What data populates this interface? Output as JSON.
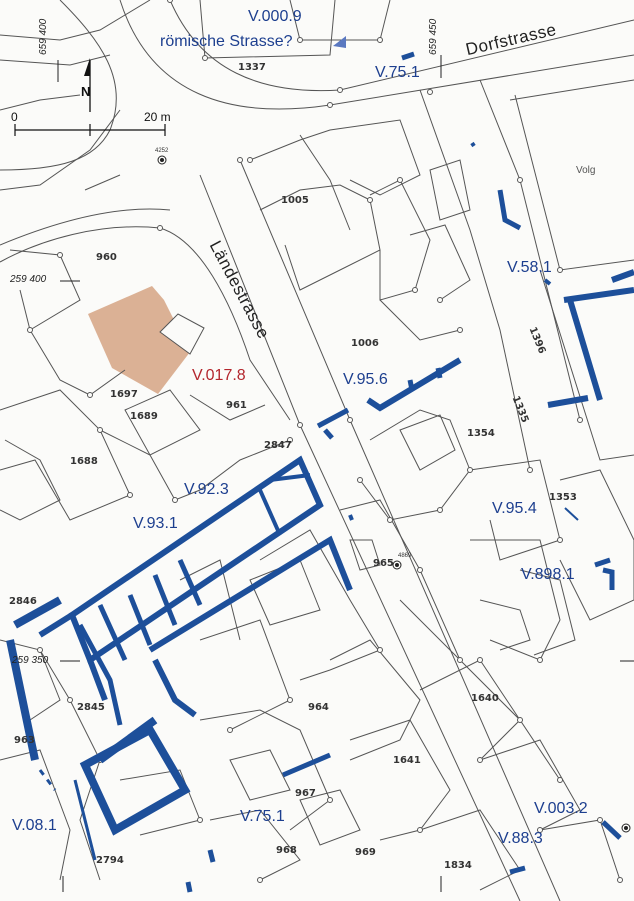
{
  "map": {
    "colors": {
      "background": "#fbfbf9",
      "cadastre_lines": "#555555",
      "findings_blue": "#1d4f9a",
      "site_label_blue": "#1d3f8f",
      "highlight_parcel": "#d7a98a",
      "red_label": "#b3262d"
    },
    "streets": [
      {
        "id": "dorfstrasse",
        "name": "Dorfstrasse"
      },
      {
        "id": "laendestrasse",
        "name": "Ländestrasse"
      }
    ],
    "site_labels": [
      {
        "id": "v0009",
        "text": "V.000.9"
      },
      {
        "id": "roman-road",
        "text": "römische Strasse?"
      },
      {
        "id": "v751-top",
        "text": "V.75.1"
      },
      {
        "id": "v581",
        "text": "V.58.1"
      },
      {
        "id": "v0178",
        "text": "V.017.8"
      },
      {
        "id": "v956",
        "text": "V.95.6"
      },
      {
        "id": "v923",
        "text": "V.92.3"
      },
      {
        "id": "v931",
        "text": "V.93.1"
      },
      {
        "id": "v954",
        "text": "V.95.4"
      },
      {
        "id": "v8981",
        "text": "V.898.1"
      },
      {
        "id": "v081",
        "text": "V.08.1"
      },
      {
        "id": "v751-bottom",
        "text": "V.75.1"
      },
      {
        "id": "v0032",
        "text": "V.003.2"
      },
      {
        "id": "v883",
        "text": "V.88.3"
      }
    ],
    "parcels": [
      {
        "id": "p1337",
        "text": "1337"
      },
      {
        "id": "p1005",
        "text": "1005"
      },
      {
        "id": "p960",
        "text": "960"
      },
      {
        "id": "p1006",
        "text": "1006"
      },
      {
        "id": "p1396",
        "text": "1396"
      },
      {
        "id": "p1335",
        "text": "1335"
      },
      {
        "id": "p1697",
        "text": "1697"
      },
      {
        "id": "p1689",
        "text": "1689"
      },
      {
        "id": "p961",
        "text": "961"
      },
      {
        "id": "p1688",
        "text": "1688"
      },
      {
        "id": "p2847",
        "text": "2847"
      },
      {
        "id": "p1354",
        "text": "1354"
      },
      {
        "id": "p1353",
        "text": "1353"
      },
      {
        "id": "p965",
        "text": "965"
      },
      {
        "id": "p2846",
        "text": "2846"
      },
      {
        "id": "p2845",
        "text": "2845"
      },
      {
        "id": "p964",
        "text": "964"
      },
      {
        "id": "p1640",
        "text": "1640"
      },
      {
        "id": "p963",
        "text": "963"
      },
      {
        "id": "p1641",
        "text": "1641"
      },
      {
        "id": "p967",
        "text": "967"
      },
      {
        "id": "p2794",
        "text": "2794"
      },
      {
        "id": "p968",
        "text": "968"
      },
      {
        "id": "p969",
        "text": "969"
      },
      {
        "id": "p1834",
        "text": "1834"
      }
    ],
    "coordinates": {
      "x_659400": "659 400",
      "x_659450": "659 450",
      "y_259400": "259 400",
      "y_259350": "259 350"
    },
    "points": {
      "pt4252": "4252",
      "pt4869": "4869"
    },
    "building_label": "Volg",
    "north_arrow": "N",
    "scale_bar": {
      "start": "0",
      "end": "20 m"
    }
  }
}
